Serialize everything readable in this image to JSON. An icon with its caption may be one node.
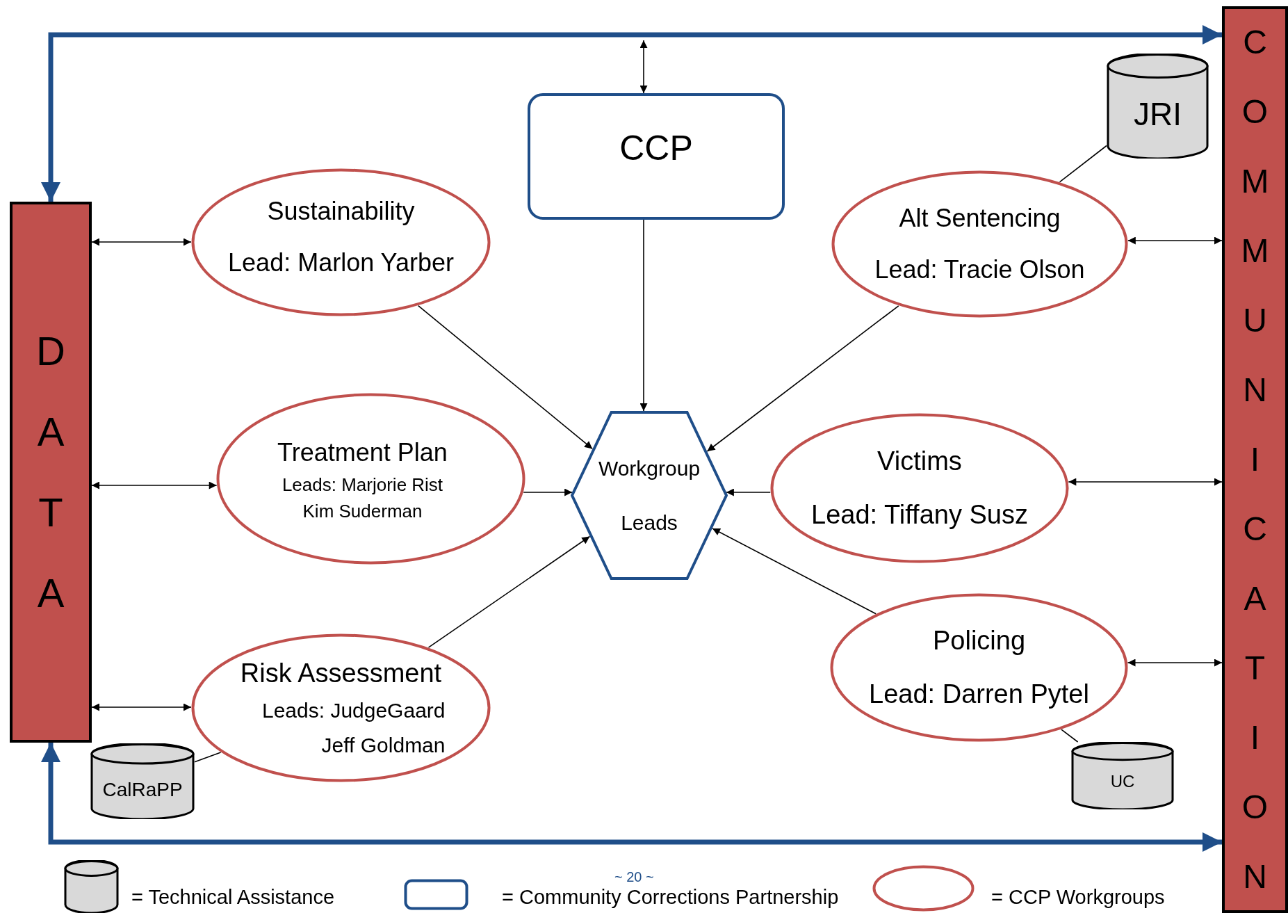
{
  "diagram": {
    "nodes": [
      {
        "text": [
          "DATA"
        ]
      },
      {
        "text": [
          "COMMUNICATION"
        ]
      },
      {
        "text": [
          "CCP"
        ]
      },
      {
        "text": [
          "Sustainability",
          "Lead: Marlon Yarber"
        ]
      },
      {
        "text": [
          "Alt Sentencing",
          "Lead: Tracie Olson"
        ]
      },
      {
        "text": [
          "Treatment Plan",
          "Leads: Marjorie Rist Kim Suderman"
        ]
      },
      {
        "text": [
          "Workgroup Leads"
        ]
      },
      {
        "text": [
          "Victims",
          "Lead: Tiffany Susz"
        ]
      },
      {
        "text": [
          "Risk Assessment",
          "Leads: JudgeGaard Jeff Goldman"
        ]
      },
      {
        "text": [
          "Policing",
          "Lead: Darren Pytel"
        ]
      },
      {
        "text": [
          "JRI"
        ]
      },
      {
        "text": [
          "CalRaPP"
        ]
      },
      {
        "text": [
          "UC"
        ]
      }
    ],
    "edges": [
      {
        "from": 0,
        "to": 1,
        "arrow": "both",
        "style": "thick",
        "color": "#1f4e89"
      },
      {
        "from": 0,
        "to": 1,
        "arrow": "both",
        "style": "thick",
        "color": "#1f4e89"
      },
      {
        "from": null,
        "to": 2,
        "arrow": "both"
      },
      {
        "from": 0,
        "to": 3,
        "arrow": "both"
      },
      {
        "from": 0,
        "to": 5,
        "arrow": "both"
      },
      {
        "from": 0,
        "to": 8,
        "arrow": "both"
      },
      {
        "from": 4,
        "to": 1,
        "arrow": "both"
      },
      {
        "from": 7,
        "to": 1,
        "arrow": "both"
      },
      {
        "from": 9,
        "to": 1,
        "arrow": "both"
      },
      {
        "from": 2,
        "to": 6,
        "arrow": "to"
      },
      {
        "from": 3,
        "to": 6,
        "arrow": "to"
      },
      {
        "from": 4,
        "to": 6,
        "arrow": "to"
      },
      {
        "from": 5,
        "to": 6,
        "arrow": "to"
      },
      {
        "from": 7,
        "to": 6,
        "arrow": "to"
      },
      {
        "from": 8,
        "to": 6,
        "arrow": "to"
      },
      {
        "from": 9,
        "to": 6,
        "arrow": "to"
      },
      {
        "from": 10,
        "to": 4,
        "arrow": "none"
      },
      {
        "from": 11,
        "to": 8,
        "arrow": "none"
      },
      {
        "from": 12,
        "to": 9,
        "arrow": "none"
      }
    ],
    "labels": [
      "~ 20 ~"
    ],
    "legend": [
      {
        "text": "= Technical Assistance"
      },
      {
        "text": "= Community Corrections Partnership"
      },
      {
        "text": "= CCP Workgroups"
      }
    ]
  }
}
